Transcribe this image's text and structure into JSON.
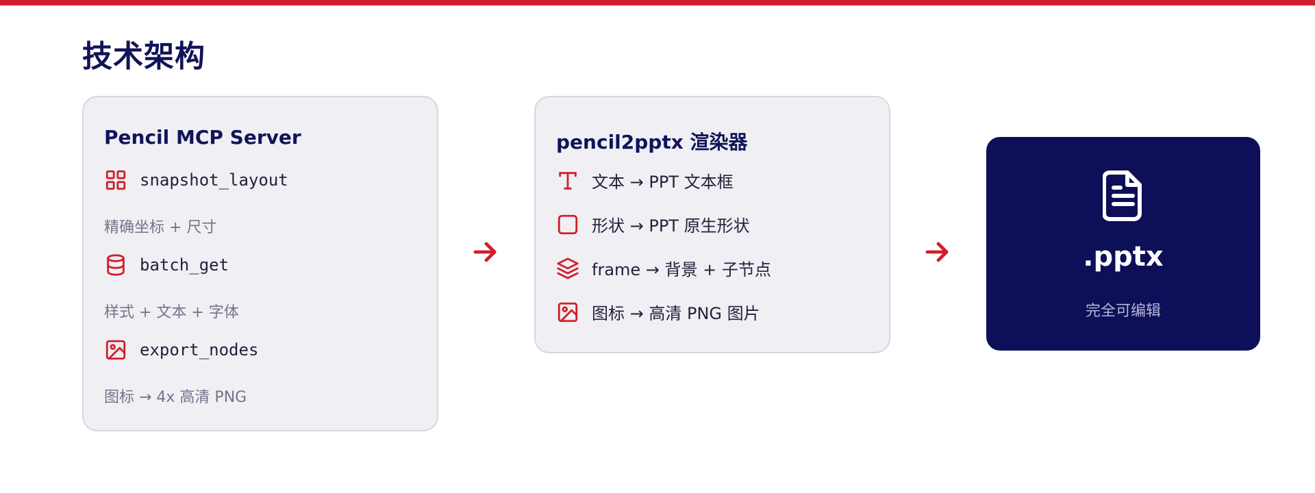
{
  "page": {
    "title": "技术架构"
  },
  "colors": {
    "accent": "#d0202a",
    "navy": "#111458",
    "card_bg": "#efeff4",
    "output_bg": "#0e0f59"
  },
  "server_card": {
    "title": "Pencil MCP Server",
    "items": [
      {
        "icon": "grid-icon",
        "name": "snapshot_layout",
        "desc": "精确坐标 + 尺寸"
      },
      {
        "icon": "database-icon",
        "name": "batch_get",
        "desc": "样式 + 文本 + 字体"
      },
      {
        "icon": "image-icon",
        "name": "export_nodes",
        "desc": "图标 → 4x 高清 PNG"
      }
    ]
  },
  "renderer_card": {
    "title": "pencil2pptx 渲染器",
    "items": [
      {
        "icon": "text-icon",
        "label": "文本 → PPT 文本框"
      },
      {
        "icon": "square-icon",
        "label": "形状 → PPT 原生形状"
      },
      {
        "icon": "layers-icon",
        "label": "frame → 背景 + 子节点"
      },
      {
        "icon": "image-icon",
        "label": "图标 → 高清 PNG 图片"
      }
    ]
  },
  "output": {
    "icon": "file-text-icon",
    "title": ".pptx",
    "subtitle": "完全可编辑"
  }
}
